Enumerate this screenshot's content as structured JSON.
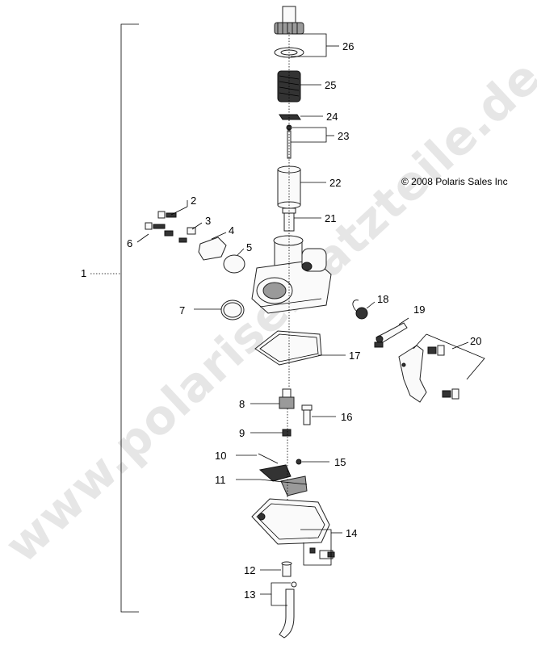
{
  "watermark": "www.polarisersatzteile.de",
  "copyright": "© 2008 Polaris Sales Inc",
  "callouts": [
    "1",
    "2",
    "3",
    "4",
    "5",
    "6",
    "7",
    "8",
    "9",
    "10",
    "11",
    "12",
    "13",
    "14",
    "15",
    "16",
    "17",
    "18",
    "19",
    "20",
    "21",
    "22",
    "23",
    "24",
    "25",
    "26"
  ]
}
